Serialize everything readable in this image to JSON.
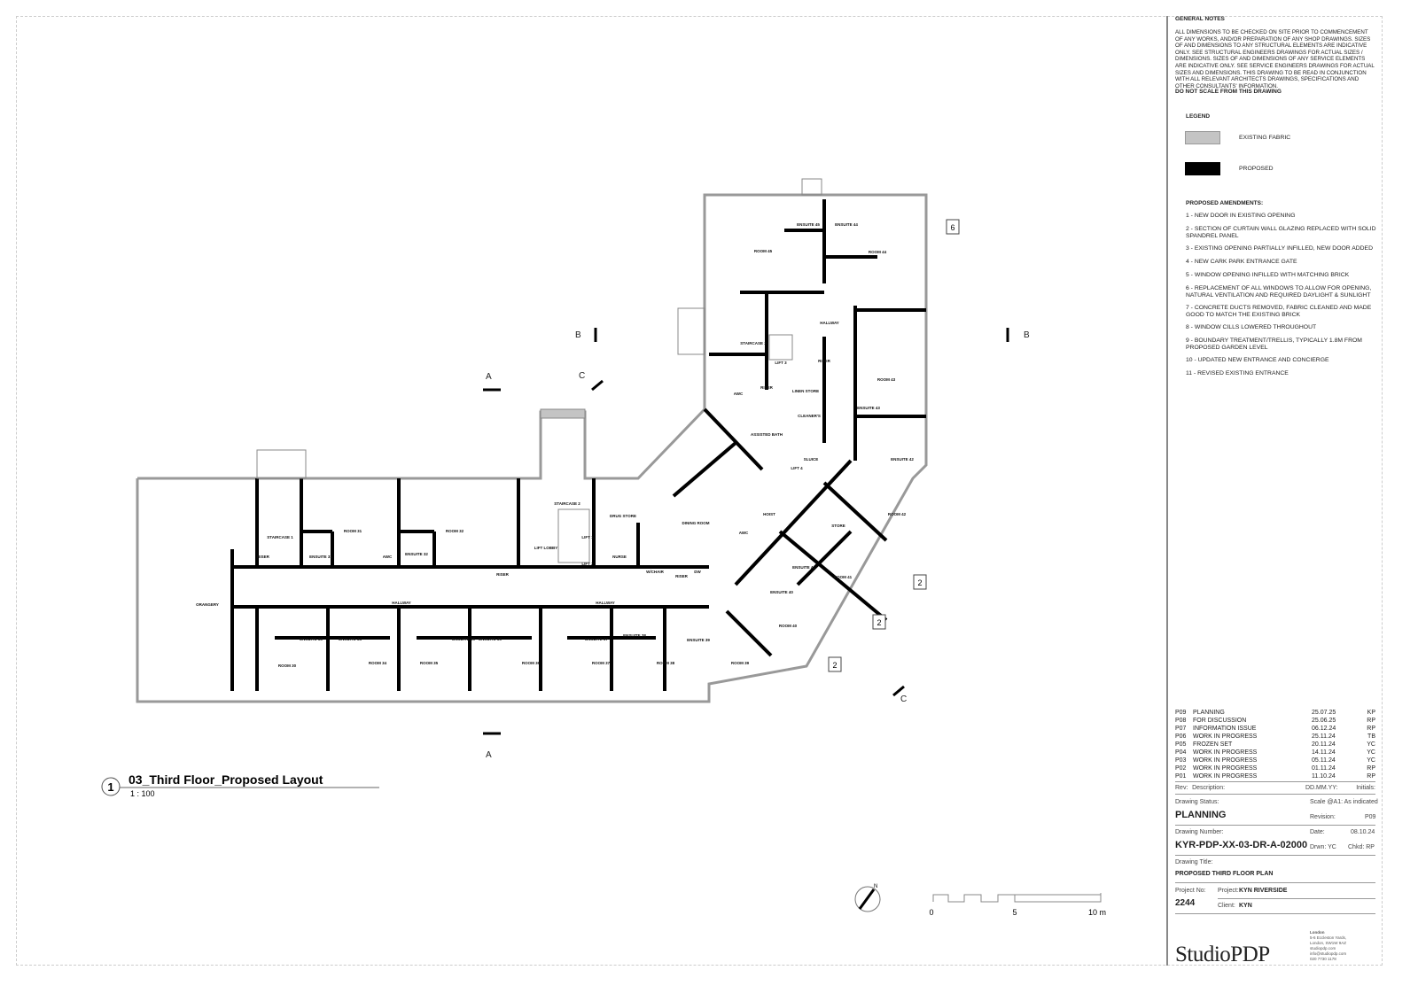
{
  "drawing_title_tag": {
    "number": "1",
    "title": "03_Third Floor_Proposed Layout",
    "scale": "1 : 100"
  },
  "general_notes": {
    "heading": "GENERAL NOTES",
    "body": "ALL DIMENSIONS TO BE CHECKED ON SITE PRIOR TO COMMENCEMENT OF ANY WORKS, AND/OR PREPARATION OF ANY SHOP DRAWINGS. SIZES OF AND DIMENSIONS TO ANY STRUCTURAL ELEMENTS ARE INDICATIVE ONLY. SEE STRUCTURAL ENGINEERS DRAWINGS FOR ACTUAL SIZES / DIMENSIONS. SIZES OF AND DIMENSIONS OF ANY SERVICE ELEMENTS ARE INDICATIVE ONLY. SEE SERVICE ENGINEERS DRAWINGS FOR ACTUAL SIZES AND DIMENSIONS. THIS DRAWING TO BE READ IN CONJUNCTION WITH ALL RELEVANT ARCHITECTS DRAWINGS, SPECIFICATIONS AND OTHER CONSULTANTS' INFORMATION.",
    "warning": "DO NOT SCALE FROM THIS DRAWING"
  },
  "legend": {
    "heading": "LEGEND",
    "items": [
      {
        "label": "EXISTING FABRIC",
        "color": "#c4c4c4"
      },
      {
        "label": "PROPOSED",
        "color": "#000000"
      }
    ]
  },
  "amendments": {
    "heading": "PROPOSED AMENDMENTS:",
    "items": [
      "1 - NEW DOOR IN EXISTING OPENING",
      "2 - SECTION OF CURTAIN WALL GLAZING REPLACED WITH SOLID SPANDREL PANEL",
      "3 - EXISTING OPENING PARTIALLY  INFILLED, NEW DOOR ADDED",
      "4 - NEW CARK PARK ENTRANCE GATE",
      "5 - WINDOW OPENING INFILLED WITH  MATCHING BRICK",
      "6 - REPLACEMENT OF ALL WINDOWS TO ALLOW FOR OPENING, NATURAL VENTILATION AND REQUIRED DAYLIGHT & SUNLIGHT",
      "7 - CONCRETE DUCTS REMOVED, FABRIC CLEANED AND MADE GOOD TO MATCH THE EXISTING BRICK",
      "8 - WINDOW CILLS LOWERED THROUGHOUT",
      "9 - BOUNDARY TREATMENT/TRELLIS, TYPICALLY 1.8M FROM PROPOSED GARDEN LEVEL",
      "10 - UPDATED NEW ENTRANCE AND CONCIERGE",
      "11 - REVISED EXISTING ENTRANCE"
    ]
  },
  "revisions": [
    {
      "rev": "P09",
      "desc": "PLANNING",
      "date": "25.07.25",
      "init": "KP"
    },
    {
      "rev": "P08",
      "desc": "FOR DISCUSSION",
      "date": "25.06.25",
      "init": "RP"
    },
    {
      "rev": "P07",
      "desc": "INFORMATION ISSUE",
      "date": "06.12.24",
      "init": "RP"
    },
    {
      "rev": "P06",
      "desc": "WORK IN PROGRESS",
      "date": "25.11.24",
      "init": "TB"
    },
    {
      "rev": "P05",
      "desc": "FROZEN SET",
      "date": "20.11.24",
      "init": "YC"
    },
    {
      "rev": "P04",
      "desc": "WORK IN PROGRESS",
      "date": "14.11.24",
      "init": "YC"
    },
    {
      "rev": "P03",
      "desc": "WORK IN PROGRESS",
      "date": "05.11.24",
      "init": "YC"
    },
    {
      "rev": "P02",
      "desc": "WORK IN PROGRESS",
      "date": "01.11.24",
      "init": "RP"
    },
    {
      "rev": "P01",
      "desc": "WORK IN PROGRESS",
      "date": "11.10.24",
      "init": "RP"
    }
  ],
  "revision_header": {
    "rev": "Rev:",
    "desc": "Description:",
    "date": "DD.MM.YY:",
    "init": "Initials:"
  },
  "title_block": {
    "status_label": "Drawing Status:",
    "status": "PLANNING",
    "scale": "Scale @A1: As indicated",
    "revision_label": "Revision:",
    "revision": "P09",
    "number_label": "Drawing Number:",
    "number": "KYR-PDP-XX-03-DR-A-02000",
    "date_label": "Date:",
    "date": "08.10.24",
    "drawn": "Drwn: YC",
    "checked": "Chkd: RP",
    "title_label": "Drawing Title:",
    "title": "PROPOSED THIRD FLOOR PLAN",
    "project_no_label": "Project No:",
    "project_no": "2244",
    "project_label": "Project:",
    "project": "KYN RIVERSIDE",
    "client_label": "Client:",
    "client": "KYN"
  },
  "company": {
    "logo_text": "StudioPDP",
    "office": "London",
    "address": [
      "5-6 Eccleston Yards,",
      "London, SW1W 9AZ",
      "studiopdp.com",
      "info@studiopdp.com",
      "020 7730 1178"
    ]
  },
  "scale_bar": {
    "labels": [
      "0",
      "5",
      "10 m"
    ]
  },
  "north_label": "N",
  "section_marks": {
    "a": "A",
    "b": "B",
    "c": "C"
  },
  "amendment_tags": [
    "6",
    "2",
    "2",
    "2"
  ],
  "rooms": [
    "ORANGERY",
    "STAIRCASE 1",
    "RISER",
    "ROOM 31",
    "ENSUITE 31",
    "AWC",
    "ROOM 32",
    "ENSUITE 32",
    "RISER",
    "HALLWAY",
    "STAIRCASE 2",
    "LIFT LOBBY",
    "LIFT 1",
    "LIFT 2",
    "DRUG STORE",
    "NURSE",
    "HALLWAY",
    "W/CHAIR",
    "RISER",
    "DW",
    "DINING ROOM",
    "ROOM 30",
    "ENSUITE 33",
    "ENSUITE 34",
    "ROOM 34",
    "ROOM 35",
    "ENSUITE 35",
    "ENSUITE 36",
    "ROOM 36",
    "ENSUITE 37",
    "ENSUITE 38",
    "ROOM 37",
    "ROOM 38",
    "ENSUITE 39",
    "ROOM 39",
    "ROOM 40",
    "ENSUITE 40",
    "ENSUITE 41",
    "ROOM 41",
    "STORE",
    "ROOM 42",
    "ENSUITE 42",
    "HOIST",
    "AWC",
    "SLUICE",
    "LIFT 4",
    "ASSISTED BATH",
    "CLEANER'S",
    "LINEN STORE",
    "RISER",
    "AWC",
    "LIFT 3",
    "RISER",
    "STAIRCASE 3",
    "HALLWAY",
    "ROOM 43",
    "ENSUITE 43",
    "ROOM 45",
    "ENSUITE 45",
    "ENSUITE 44",
    "ROOM 44"
  ]
}
